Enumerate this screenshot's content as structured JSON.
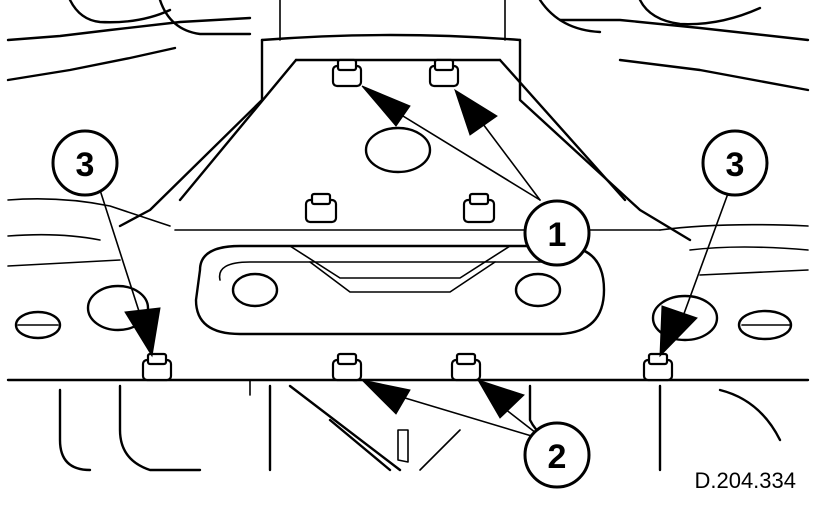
{
  "callouts": {
    "c1": "1",
    "c2": "2",
    "c3_left": "3",
    "c3_right": "3"
  },
  "reference_code": "D.204.334",
  "colors": {
    "ink": "#000000",
    "paper": "#ffffff"
  }
}
